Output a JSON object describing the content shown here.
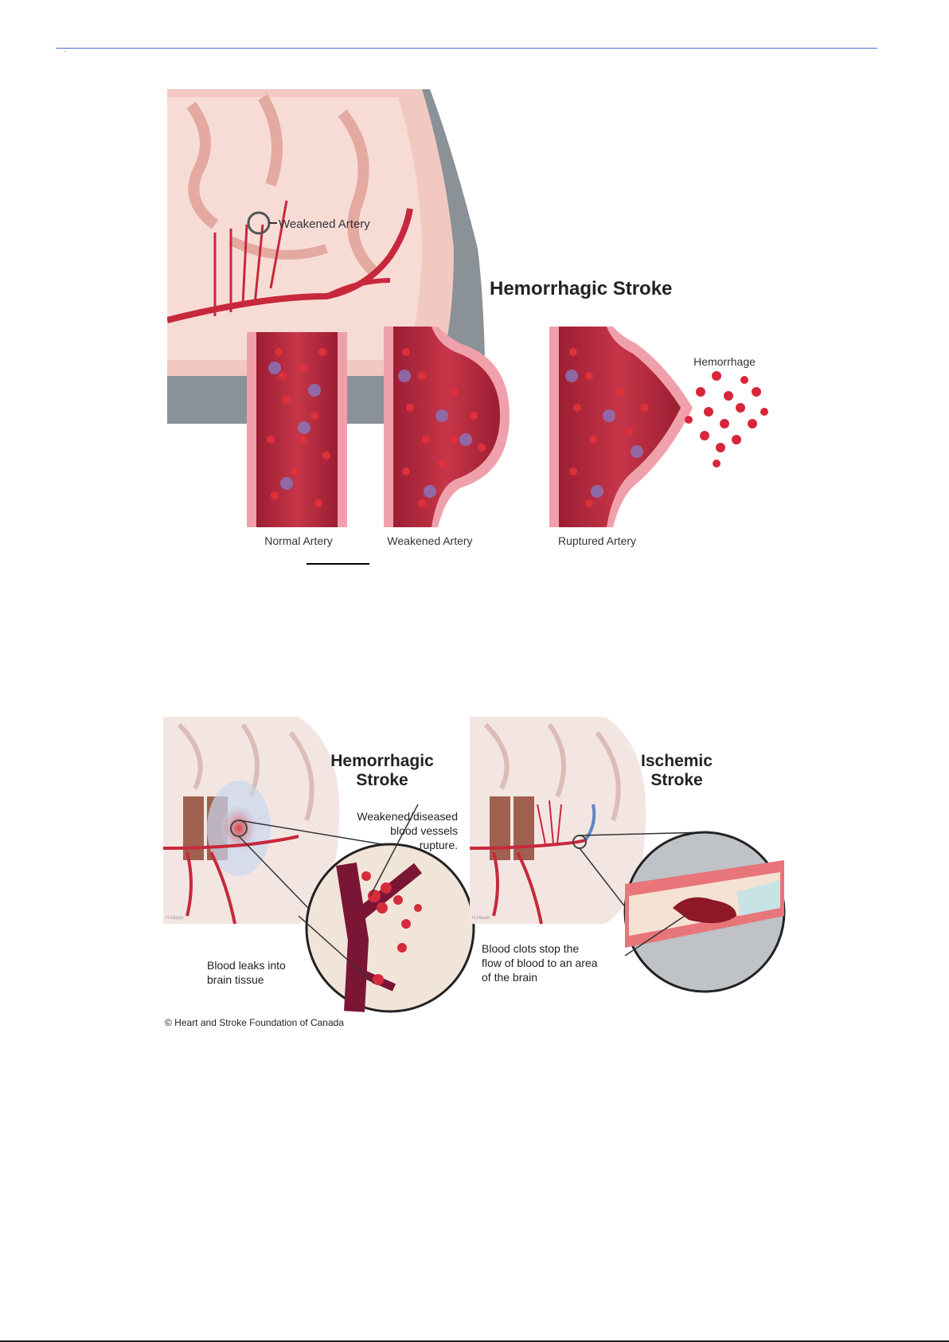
{
  "figure1": {
    "title": "Hemorrhagic Stroke",
    "callout": "Weakened Artery",
    "hemorrhage_label": "Hemorrhage",
    "panels": [
      {
        "label": "Normal Artery"
      },
      {
        "label": "Weakened Artery"
      },
      {
        "label": "Ruptured Artery"
      }
    ]
  },
  "figure2": {
    "left_title": [
      "Hemorrhagic",
      "Stroke"
    ],
    "right_title": [
      "Ischemic",
      "Stroke"
    ],
    "rupture_note": [
      "Weakened/diseased",
      "blood vessels",
      "rupture."
    ],
    "leak_note": [
      "Blood leaks into",
      "brain tissue"
    ],
    "clot_note": [
      "Blood clots stop the",
      "flow of blood to an area",
      "of the brain"
    ],
    "signature": "H.Mayer",
    "copyright": "© Heart and Stroke Foundation of Canada"
  },
  "colors": {
    "artery": "#c8283c",
    "tissue": "#f3c7c0",
    "header_rule": "#4a6fd0"
  }
}
